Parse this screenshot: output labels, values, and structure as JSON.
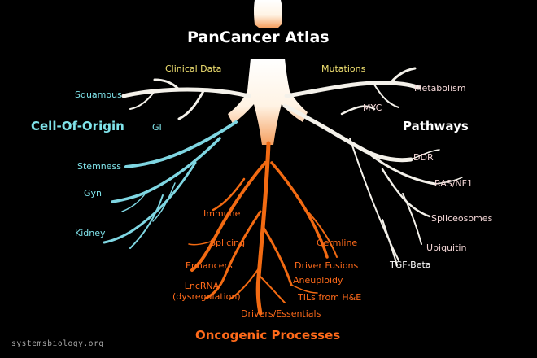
{
  "title": "PanCancer Atlas",
  "groups": {
    "cell_of_origin": "Cell-Of-Origin",
    "pathways": "Pathways",
    "oncogenic_processes": "Oncogenic Processes"
  },
  "labels": {
    "clinical_data": "Clinical Data",
    "mutations": "Mutations",
    "squamous": "Squamous",
    "gi": "GI",
    "stemness": "Stemness",
    "gyn": "Gyn",
    "kidney": "Kidney",
    "metabolism": "Metabolism",
    "myc": "MYC",
    "ddr": "DDR",
    "ras_nf1": "RAS/NF1",
    "spliceosomes": "Spliceosomes",
    "ubiquitin": "Ubiquitin",
    "tgf_beta": "TGF-Beta",
    "immune": "Immune",
    "splicing": "Splicing",
    "germline": "Germline",
    "enhancers": "Enhancers",
    "driver_fusions": "Driver Fusions",
    "lncrna": "LncRNA",
    "lncrna_sub": "(dysregulation)",
    "aneuploidy": "Aneuploidy",
    "tils": "TILs from H&E",
    "drivers_essentials": "Drivers/Essentials"
  },
  "credit": "systemsbiology.org",
  "colors": {
    "background": "#000000",
    "cell_of_origin": "#7fe3ea",
    "pathways": "#ffffff",
    "oncogenic": "#ff6a1a",
    "top_labels": "#f0e070",
    "pathway_labels": "#f3d6d6",
    "root_orange": "#f26a12",
    "root_cyan": "#7fd6e2",
    "root_white": "#f4f1ea"
  }
}
